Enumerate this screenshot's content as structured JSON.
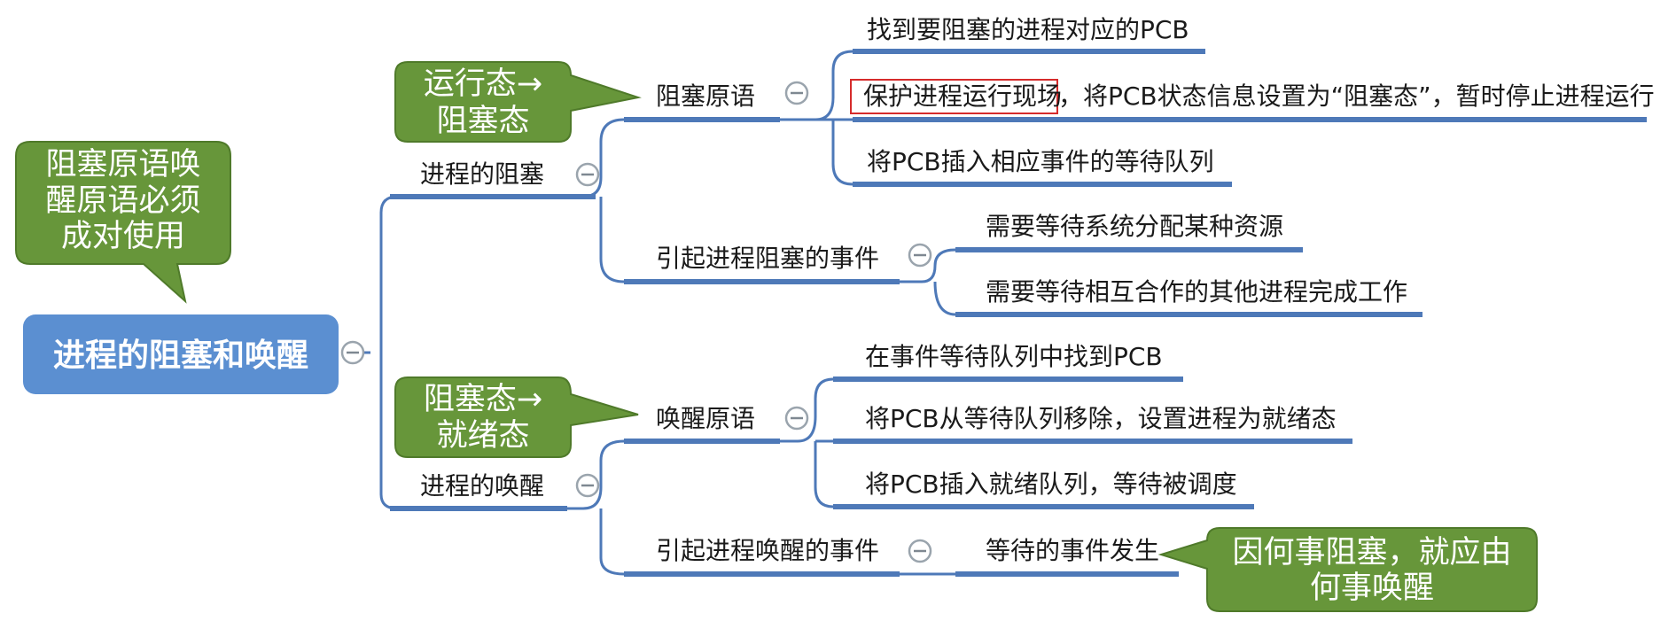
{
  "root": {
    "label": "进程的阻塞和唤醒"
  },
  "callouts": {
    "pair_note": [
      "阻塞原语唤",
      "醒原语必须",
      "成对使用"
    ],
    "block_state": [
      "运行态→",
      "阻塞态"
    ],
    "wake_state": [
      "阻塞态→",
      "就绪态"
    ],
    "wake_cause": [
      "因何事阻塞，就应由",
      "何事唤醒"
    ]
  },
  "branches": {
    "blocking": {
      "label": "进程的阻塞",
      "primitive": {
        "label": "阻塞原语",
        "steps": [
          "找到要阻塞的进程对应的PCB",
          "保护进程运行现场",
          "，将PCB状态信息设置为“阻塞态”，暂时停止进程运行",
          "将PCB插入相应事件的等待队列"
        ]
      },
      "events": {
        "label": "引起进程阻塞的事件",
        "items": [
          "需要等待系统分配某种资源",
          "需要等待相互合作的其他进程完成工作"
        ]
      }
    },
    "wakeup": {
      "label": "进程的唤醒",
      "primitive": {
        "label": "唤醒原语",
        "steps": [
          "在事件等待队列中找到PCB",
          "将PCB从等待队列移除，设置进程为就绪态",
          "将PCB插入就绪队列，等待被调度"
        ]
      },
      "events": {
        "label": "引起进程唤醒的事件",
        "items": [
          "等待的事件发生"
        ]
      }
    }
  },
  "colors": {
    "root": "#5b8fd1",
    "connector": "#4e79b8",
    "callout": "#67963a",
    "highlight": "#d62b2b"
  },
  "icons": {
    "collapse": "collapse-minus-icon"
  }
}
